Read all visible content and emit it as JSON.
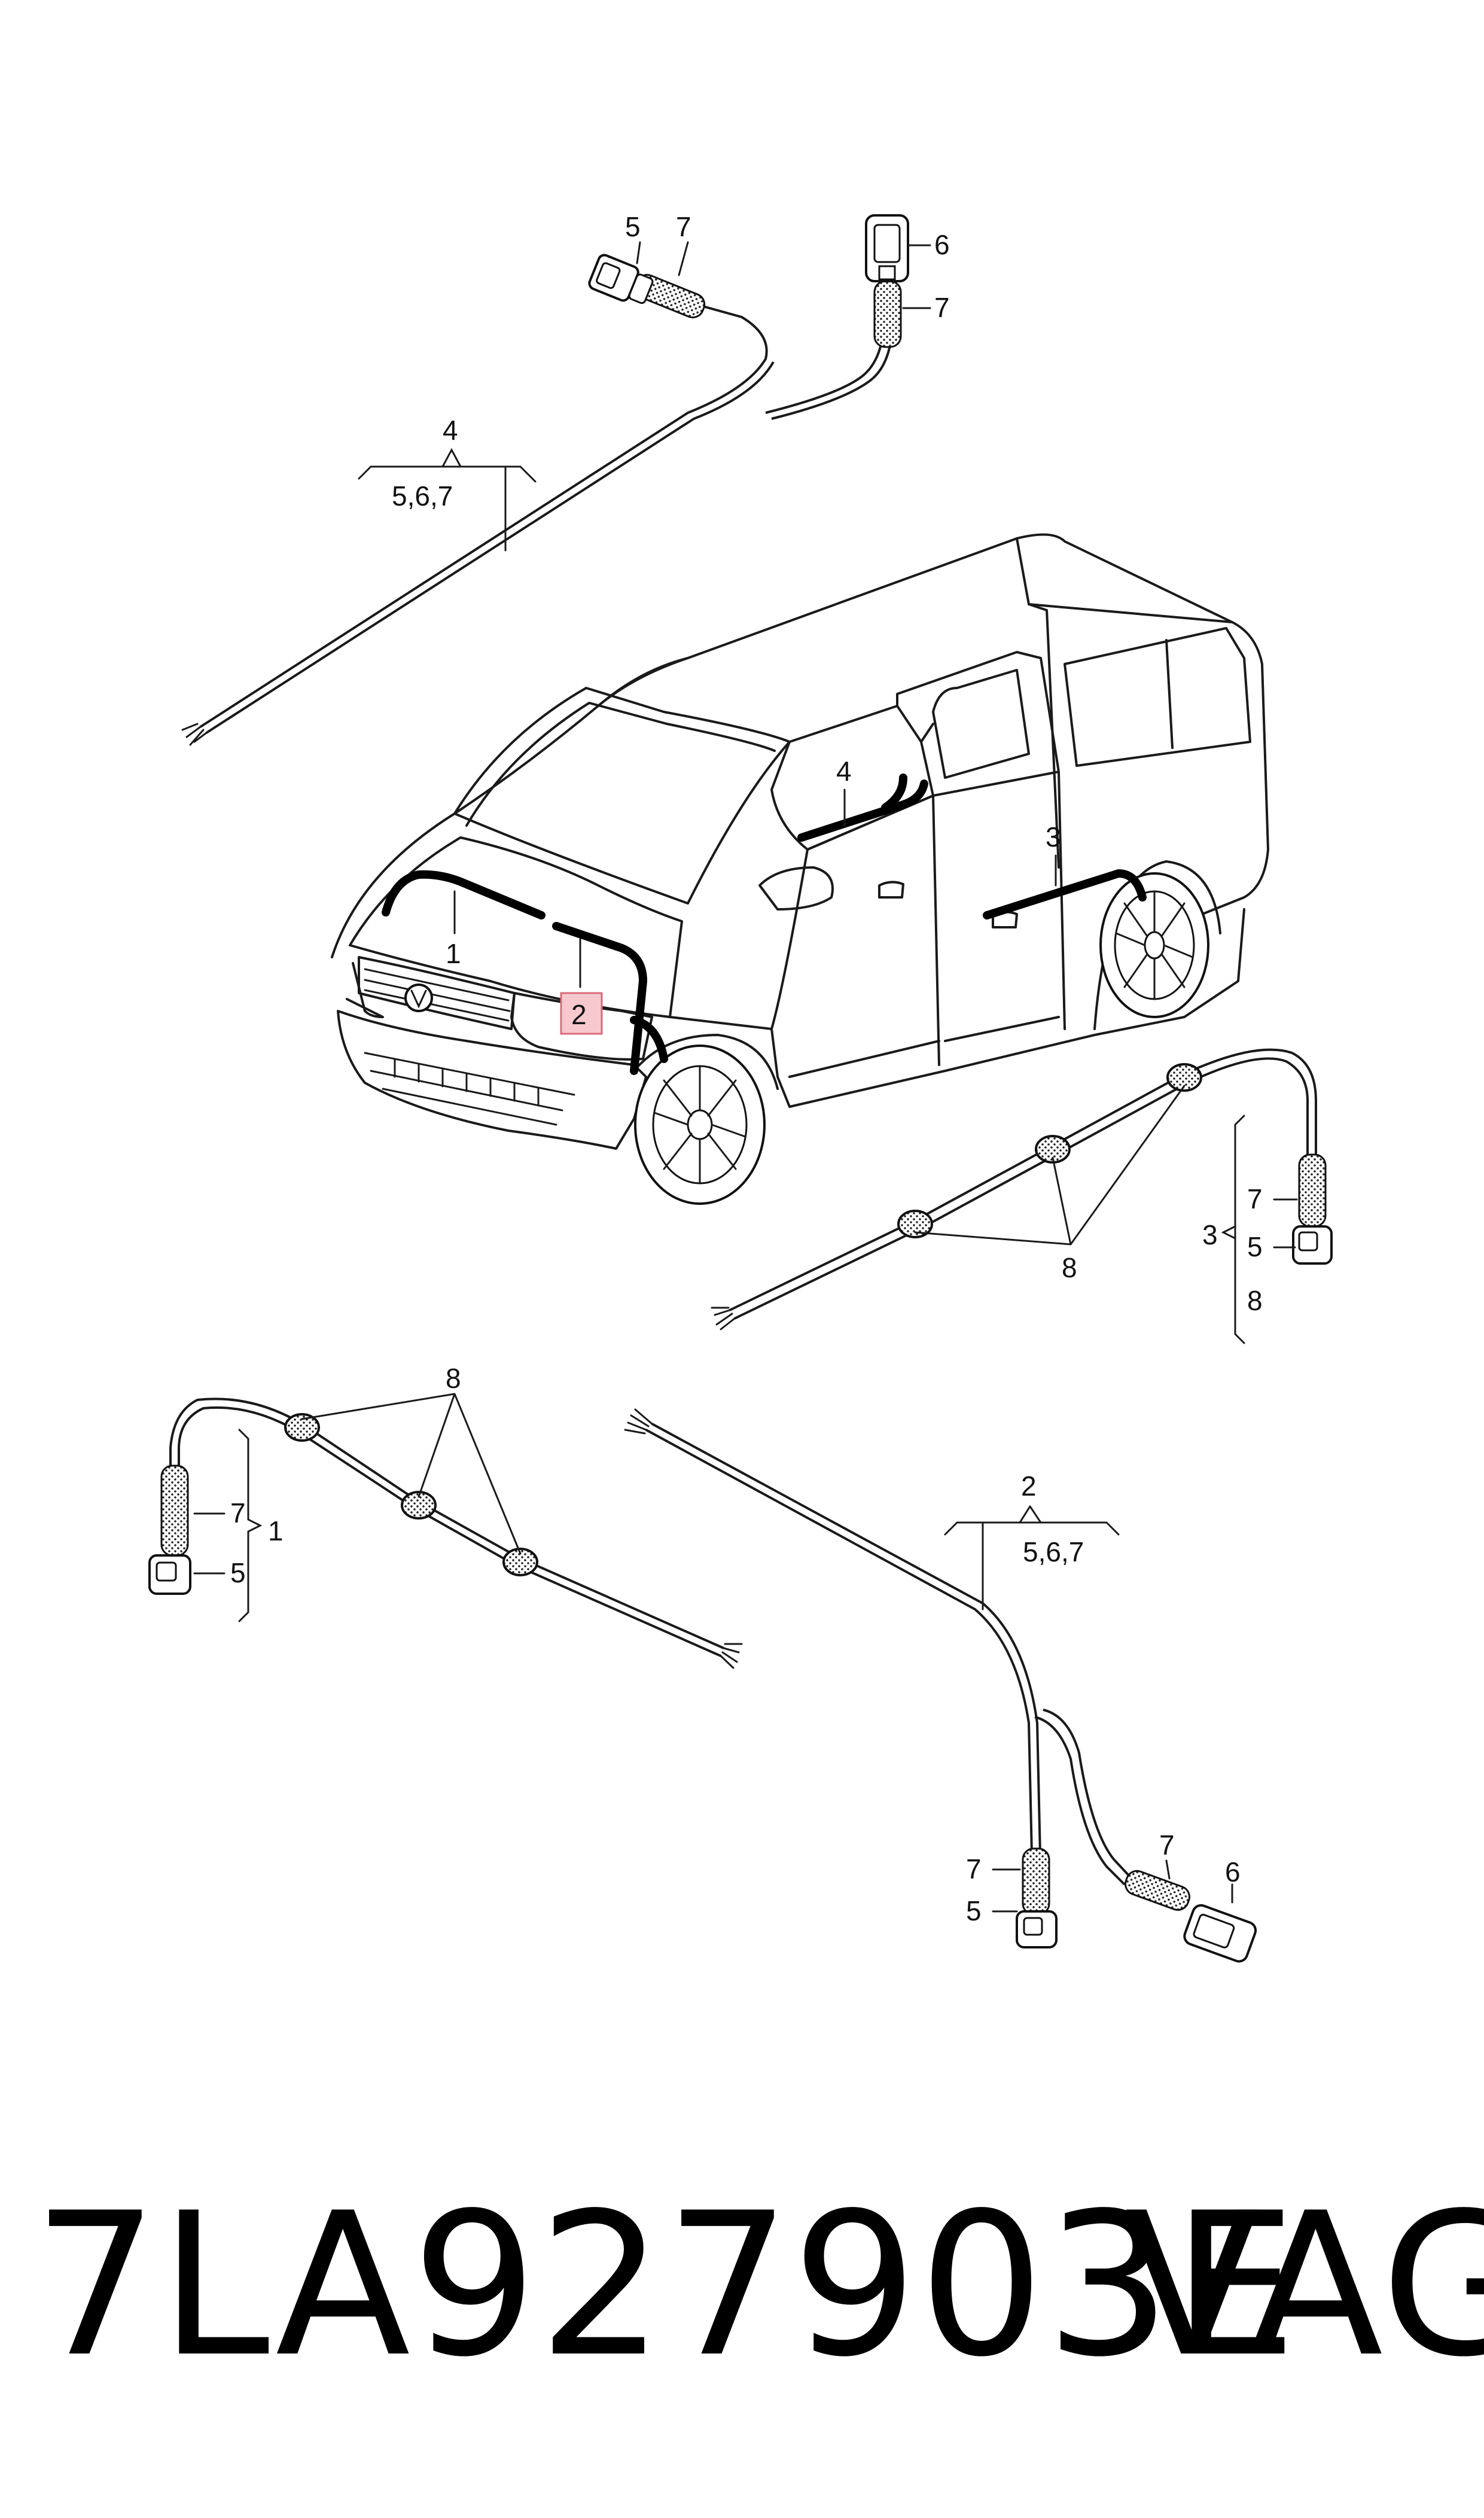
{
  "diagram": {
    "top_harness": {
      "item": "4",
      "sub_items": "5,6,7",
      "callouts": {
        "connector_a": "5",
        "sleeve_a": "7",
        "plug": "6",
        "sleeve_b": "7"
      }
    },
    "van_callouts": {
      "front_harness": "1",
      "highlighted_harness": "2",
      "side_harness": "3",
      "rear_harness": "4"
    },
    "right_harness": {
      "item": "3",
      "callouts": {
        "sleeve": "7",
        "connector": "5",
        "grommets": "8"
      },
      "grommet_label": "8"
    },
    "left_harness": {
      "item": "1",
      "callouts": {
        "sleeve": "7",
        "connector": "5"
      },
      "grommet_label": "8"
    },
    "bottom_harness": {
      "item": "2",
      "sub_items": "5,6,7",
      "callouts": {
        "sleeve_a": "7",
        "connector_a": "5",
        "sleeve_b": "7",
        "plug": "6"
      }
    },
    "highlight_color": "#f7c9cf"
  },
  "caption": {
    "part_number": "7LA927903E",
    "brand": "VAG"
  }
}
